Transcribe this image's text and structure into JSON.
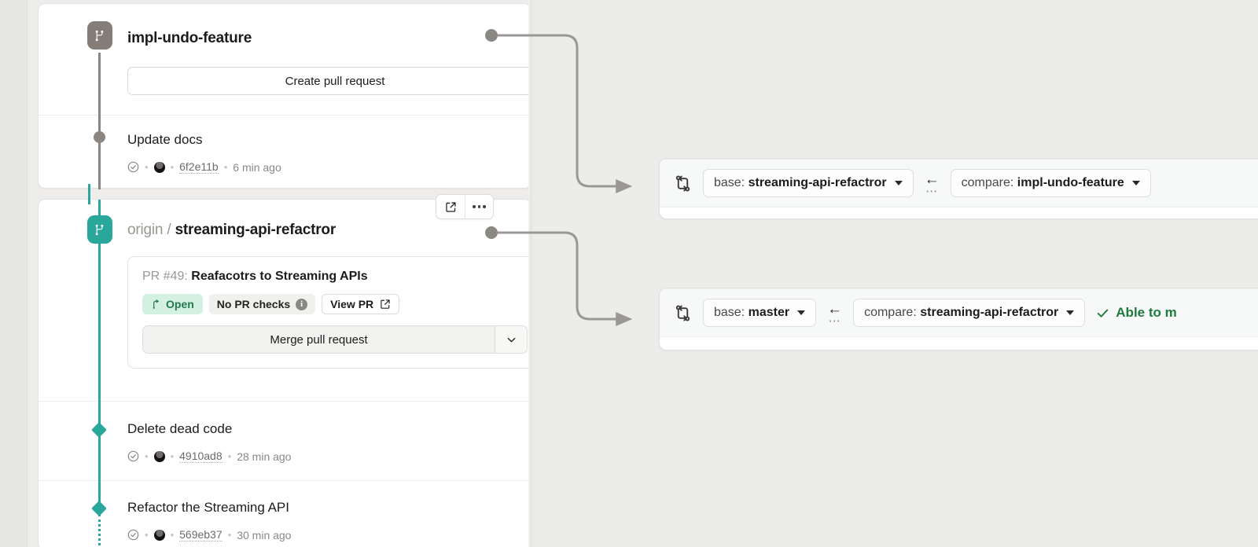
{
  "branch_column": {
    "cards": [
      {
        "id": "impl-undo-feature",
        "chip_icon": "git-branch-icon",
        "title": "impl-undo-feature",
        "remote": "",
        "primary_button": "Create pull request",
        "commits": [
          {
            "message": "Update docs",
            "status_icon": "check-circle-icon",
            "author_avatar": "avatar",
            "sha": "6f2e11b",
            "time": "6 min ago"
          }
        ]
      },
      {
        "id": "streaming-api-refactror",
        "chip_icon": "git-branch-icon",
        "remote": "origin",
        "separator": "/",
        "title": "streaming-api-refactror",
        "actions": {
          "open_external": "external-link-icon",
          "more": "kebab-menu-icon"
        },
        "pull_request": {
          "number_label": "PR #49:",
          "title": "Reafacotrs to Streaming APIs",
          "state_badge": "Open",
          "state_icon": "pr-open-icon",
          "checks_badge": "No PR checks",
          "checks_info_icon": "info-icon",
          "view_pr_label": "View PR",
          "view_pr_icon": "external-link-icon",
          "merge_label": "Merge pull request",
          "merge_caret_icon": "chevron-down-icon"
        },
        "commits": [
          {
            "message": "Delete dead code",
            "status_icon": "check-circle-icon",
            "author_avatar": "avatar",
            "sha": "4910ad8",
            "time": "28 min ago"
          },
          {
            "message": "Refactor the Streaming API",
            "status_icon": "check-circle-icon",
            "author_avatar": "avatar",
            "sha": "569eb37",
            "time": "30 min ago"
          }
        ]
      }
    ]
  },
  "compare_panels": [
    {
      "id": "compare-impl-undo-feature",
      "icon": "compare-branches-icon",
      "base_prefix": "base:",
      "base_value": "streaming-api-refactror",
      "direction_icon": "arrow-left-icon",
      "overflow_icon": "ellipsis-icon",
      "compare_prefix": "compare:",
      "compare_value": "impl-undo-feature",
      "status": ""
    },
    {
      "id": "compare-streaming-api-refactror",
      "icon": "compare-branches-icon",
      "base_prefix": "base:",
      "base_value": "master",
      "direction_icon": "arrow-left-icon",
      "overflow_icon": "ellipsis-icon",
      "compare_prefix": "compare:",
      "compare_value": "streaming-api-refactror",
      "status_icon": "check-icon",
      "status": "Able to m"
    }
  ],
  "colors": {
    "teal": "#2aa79b",
    "gray_branch": "#857d78",
    "open_badge_bg": "#d3f0e0",
    "open_badge_fg": "#1f7a4d",
    "merge_ok_green": "#1f7a3f",
    "connector": "#9a9894"
  }
}
